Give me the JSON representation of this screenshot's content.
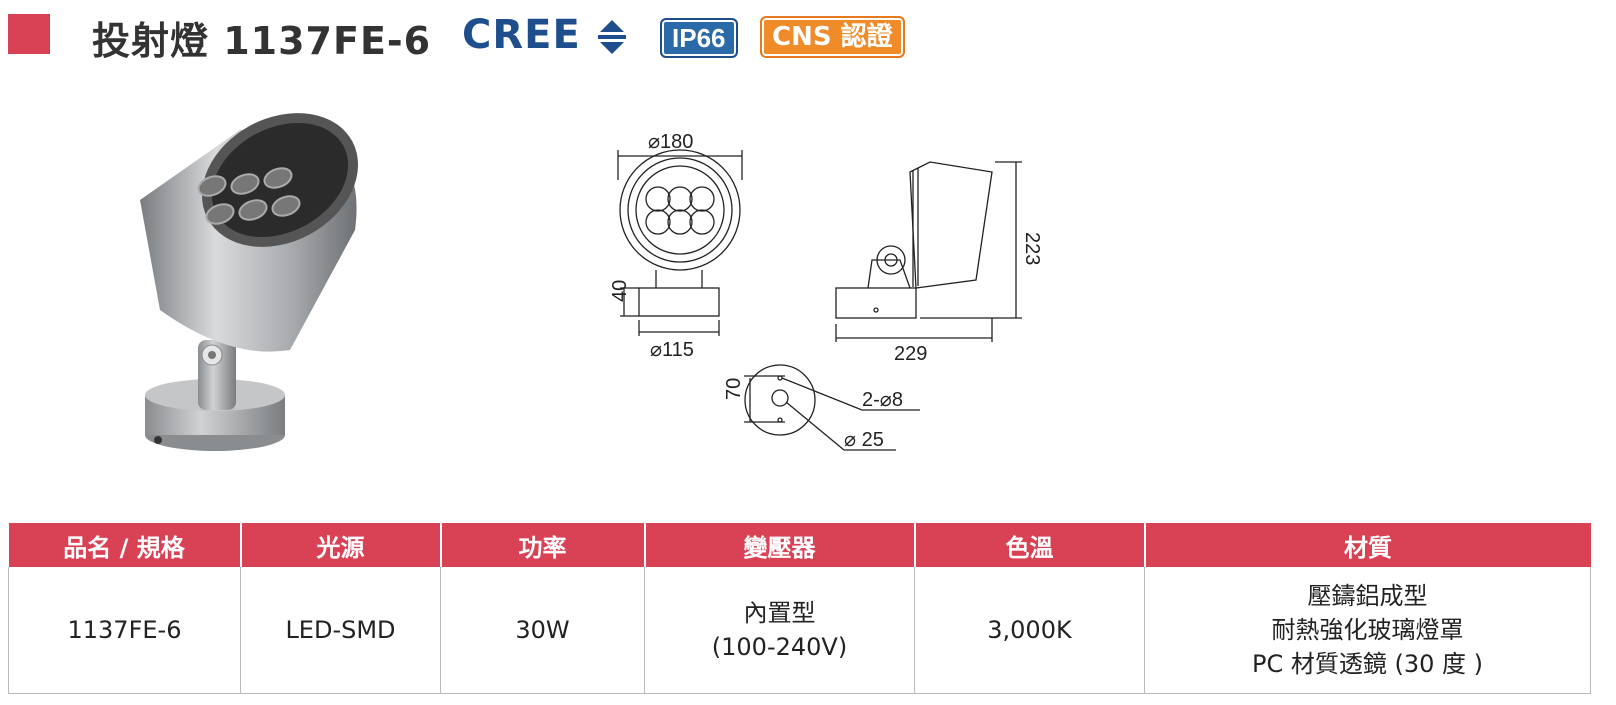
{
  "colors": {
    "accent": "#d94155",
    "cree_blue": "#1f4e8c",
    "cns_orange": "#f08b2a"
  },
  "header": {
    "title": "投射燈 1137FE-6",
    "brand": "CREE",
    "badges": {
      "ip": "IP66",
      "cns": "CNS 認證"
    }
  },
  "drawing": {
    "front_diameter": "⌀180",
    "base_height": "40",
    "base_diameter": "⌀115",
    "side_height": "223",
    "side_length": "229",
    "plate_height": "70",
    "holes": "2-⌀8",
    "center_hole": "⌀ 25"
  },
  "table": {
    "headers": [
      "品名 / 規格",
      "光源",
      "功率",
      "變壓器",
      "色溫",
      "材質"
    ],
    "row": {
      "model": "1137FE-6",
      "source": "LED-SMD",
      "power": "30W",
      "transformer": [
        "內置型",
        "(100-240V)"
      ],
      "cct": "3,000K",
      "material": [
        "壓鑄鋁成型",
        "耐熱強化玻璃燈罩",
        "PC 材質透鏡 (30 度 )"
      ]
    }
  }
}
